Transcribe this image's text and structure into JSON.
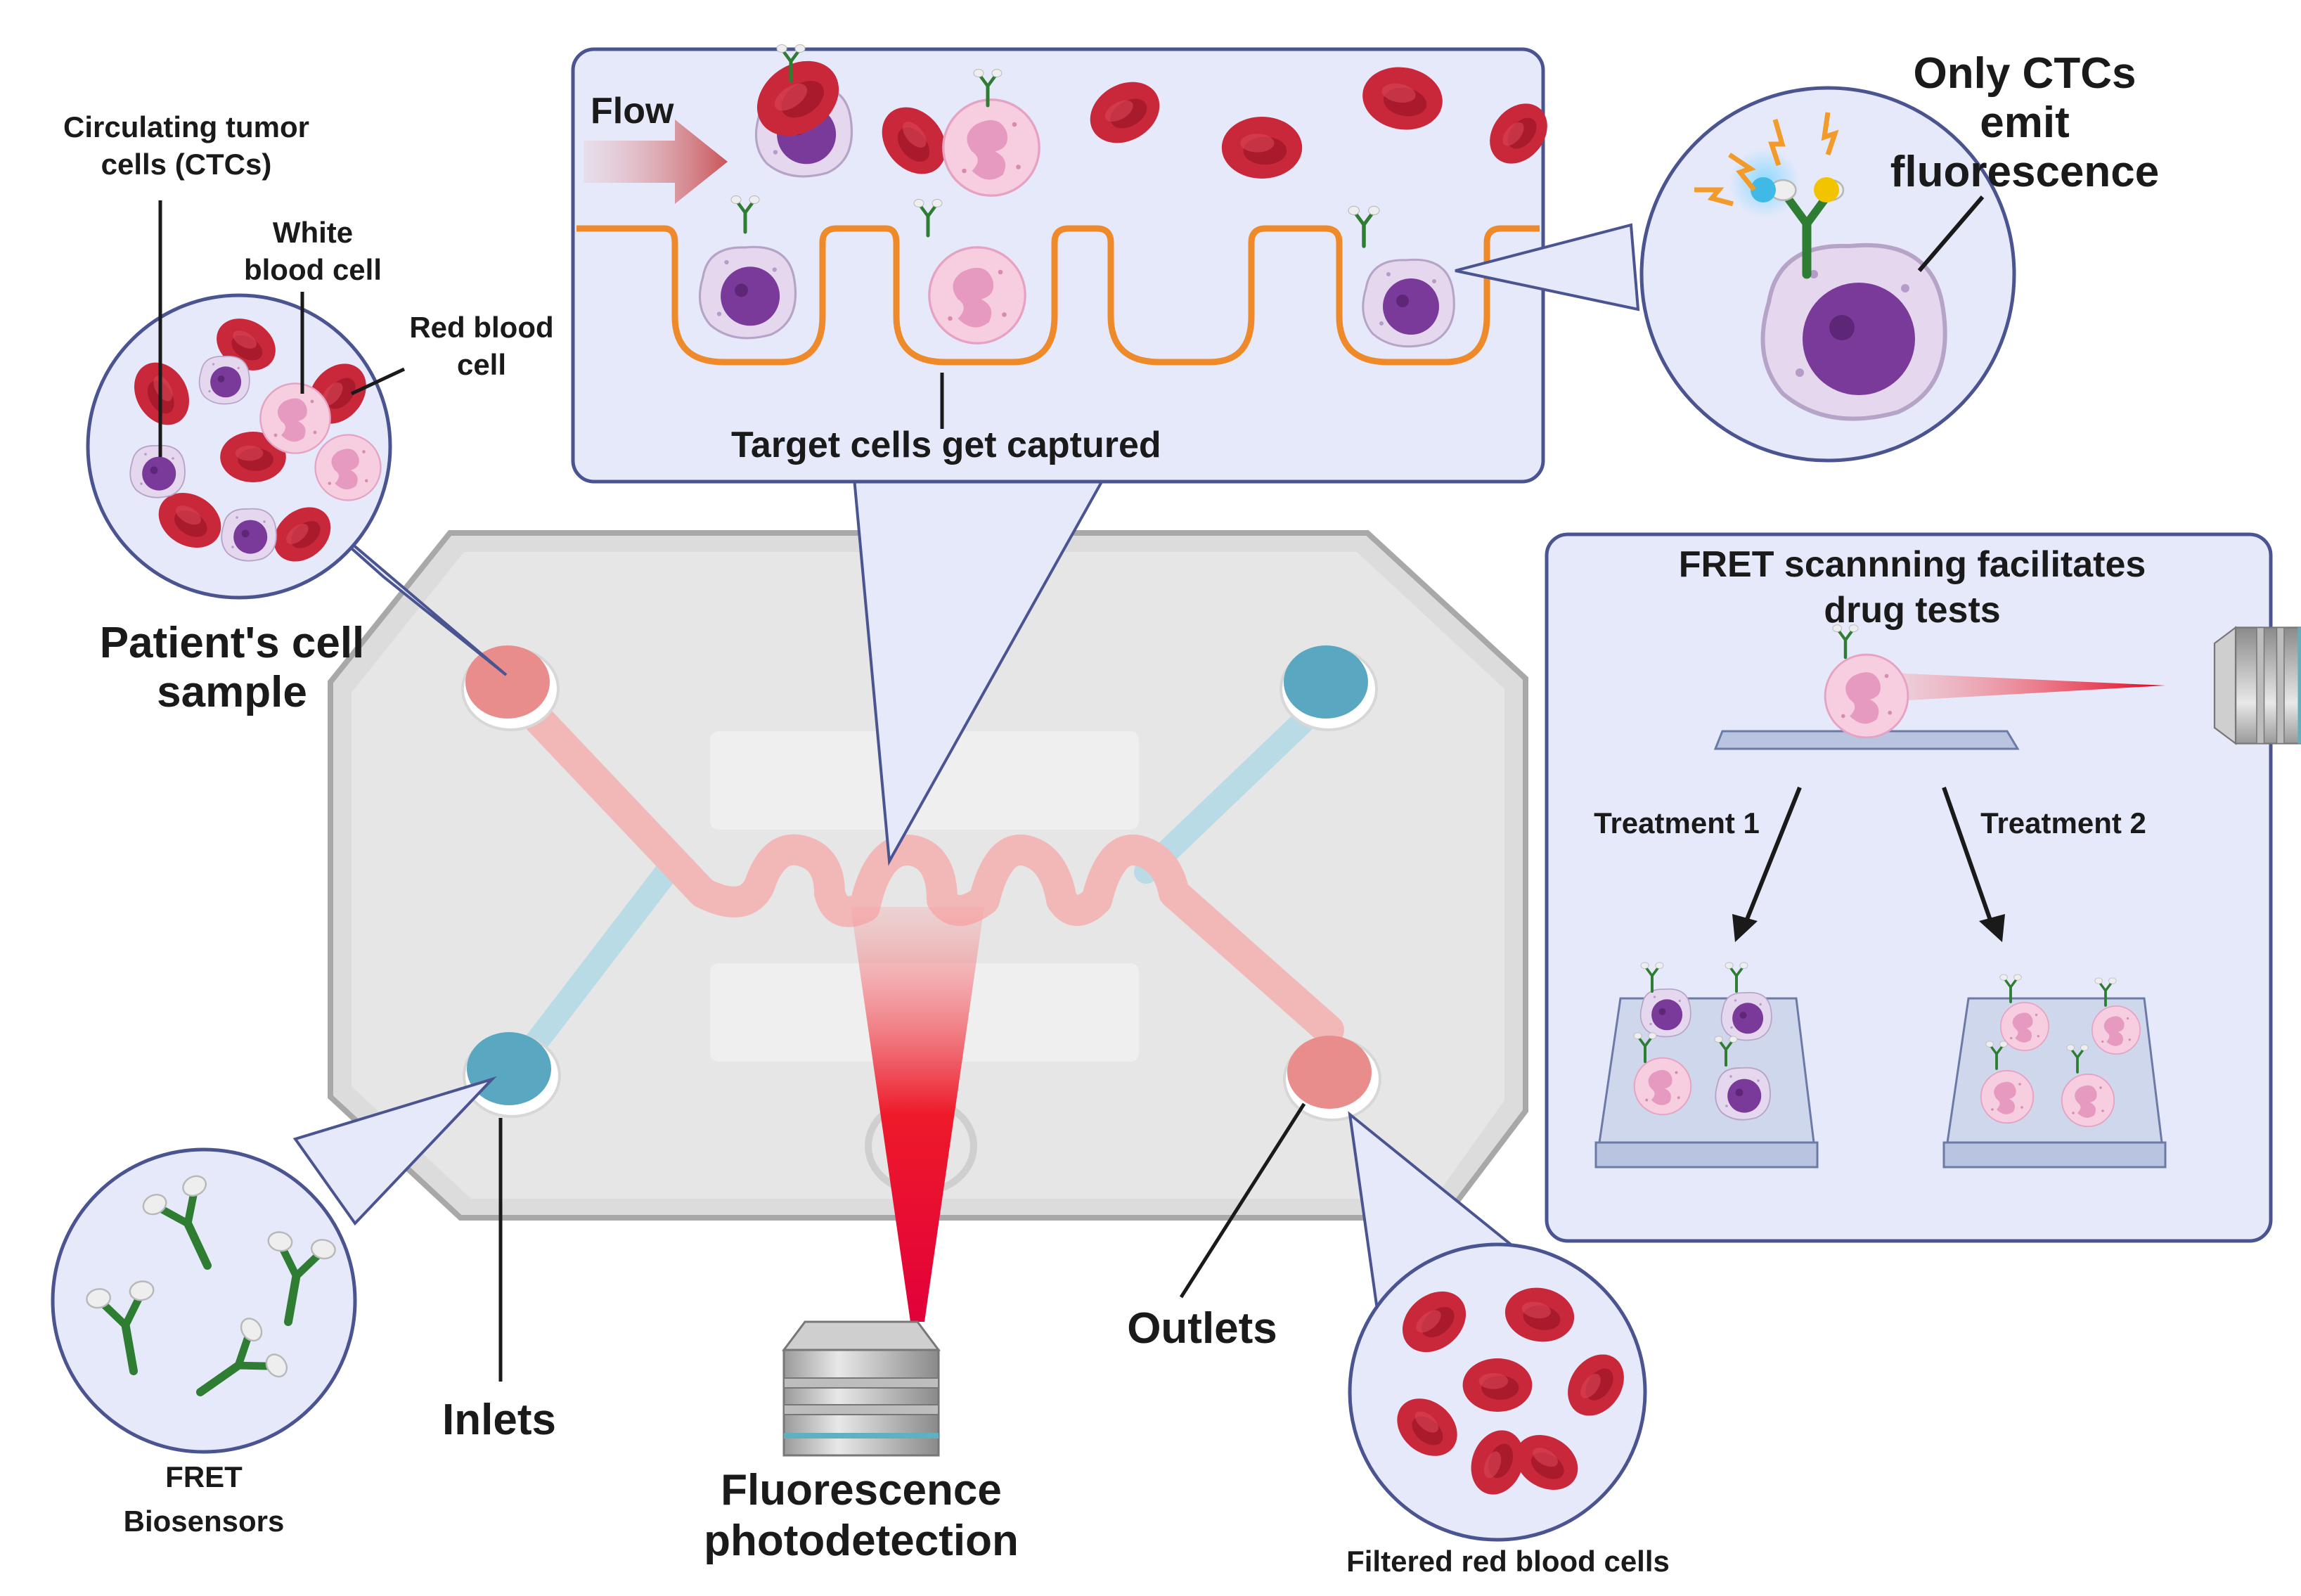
{
  "labels": {
    "ctcs_line1": "Circulating tumor",
    "ctcs_line2": "cells (CTCs)",
    "wbc_line1": "White",
    "wbc_line2": "blood cell",
    "rbc_line1": "Red blood",
    "rbc_line2": "cell",
    "patient_line1": "Patient's cell",
    "patient_line2": "sample",
    "flow": "Flow",
    "target_captured": "Target cells get captured",
    "only_ctcs_line1": "Only CTCs",
    "only_ctcs_line2": "emit",
    "only_ctcs_line3": "fluorescence",
    "fret_scan_line1": "FRET scannning facilitates",
    "fret_scan_line2": "drug tests",
    "treatment1": "Treatment 1",
    "treatment2": "Treatment 2",
    "inlets": "Inlets",
    "outlets": "Outlets",
    "fret_bio_line1": "FRET",
    "fret_bio_line2": "Biosensors",
    "fluor_line1": "Fluorescence",
    "fluor_line2": "photodetection",
    "filtered_rbc": "Filtered red blood cells"
  },
  "colors": {
    "panel_fill": "#e6e9fa",
    "panel_stroke": "#4a5490",
    "chip_fill": "#e3e3e3",
    "chip_stroke": "#a9a9a9",
    "pink_channel": "#f2b7b7",
    "blue_channel": "#b9dbe6",
    "inlet_red": "#e98c8c",
    "inlet_blue": "#5aa7c2",
    "rbc": "#c8283a",
    "ctc_nucleus": "#7a3a9a",
    "wbc_fill": "#f7cde0",
    "trap_orange": "#ee8a2a",
    "antibody_green": "#2e7d32",
    "laser_red": "#ee1a2a"
  },
  "icons": {
    "microscope_objective": "microscope-objective-icon",
    "biosensor": "antibody-biosensor-icon",
    "flow_arrow": "flow-arrow-icon"
  }
}
